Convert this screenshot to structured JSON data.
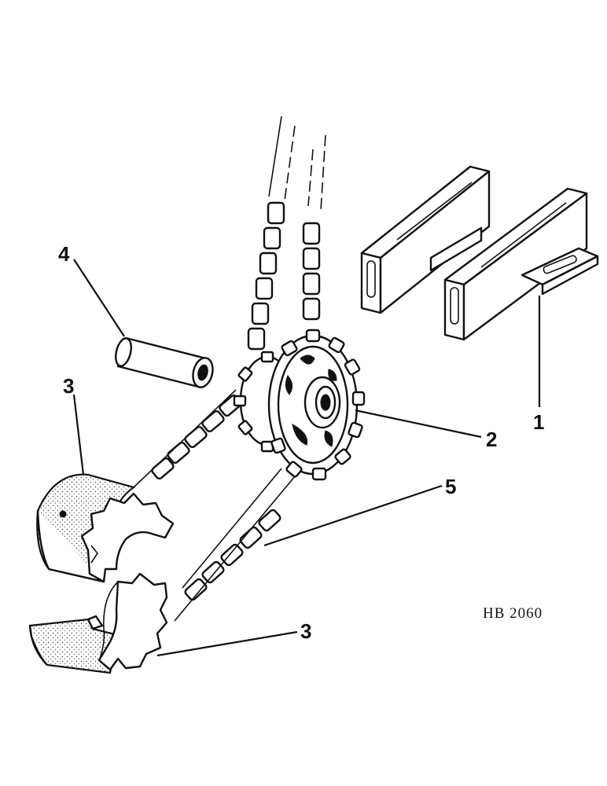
{
  "drawing_number": "HB 2060",
  "callouts": [
    {
      "id": "1",
      "text": "1"
    },
    {
      "id": "2",
      "text": "2"
    },
    {
      "id": "3a",
      "text": "3"
    },
    {
      "id": "3b",
      "text": "3"
    },
    {
      "id": "4",
      "text": "4"
    },
    {
      "id": "5",
      "text": "5"
    }
  ]
}
